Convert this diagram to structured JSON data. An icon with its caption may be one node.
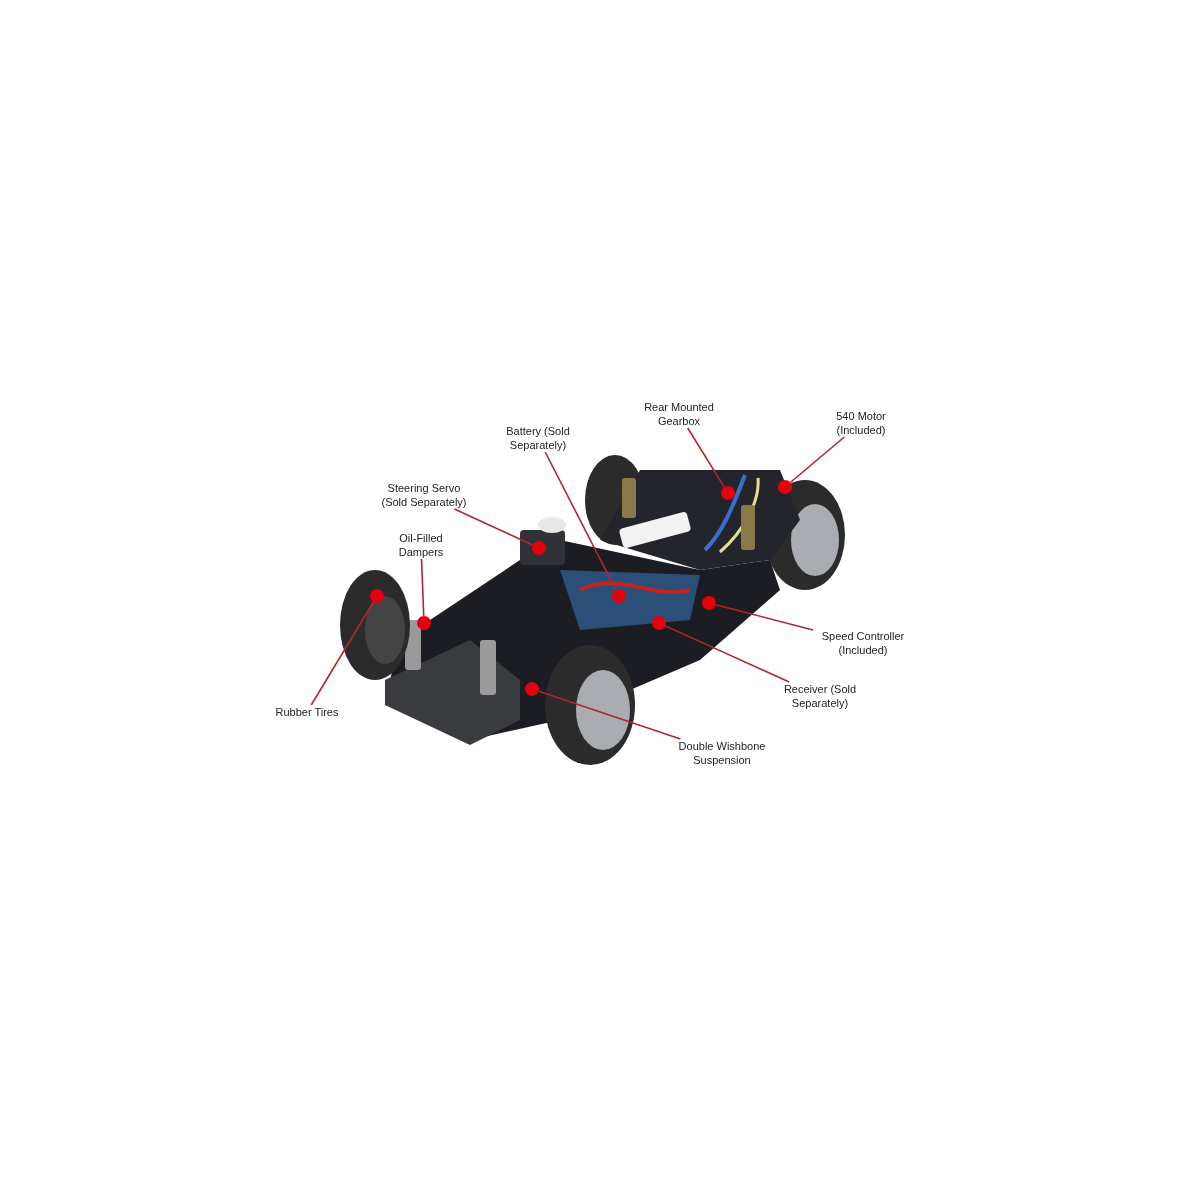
{
  "diagram": {
    "nodes": [
      {
        "text": [
          "Rear Mounted Gearbox"
        ]
      },
      {
        "text": [
          "540 Motor (Included)"
        ]
      },
      {
        "text": [
          "Battery (Sold Separately)"
        ]
      },
      {
        "text": [
          "Steering Servo (Sold Separately)"
        ]
      },
      {
        "text": [
          "Oil-Filled Dampers"
        ]
      },
      {
        "text": [
          "Speed Controller (Included)"
        ]
      },
      {
        "text": [
          "Receiver (Sold Separately)"
        ]
      },
      {
        "text": [
          "Rubber Tires"
        ]
      },
      {
        "text": [
          "Double Wishbone Suspension"
        ]
      },
      {
        "text": [],
        "shape": "circle"
      },
      {
        "text": [],
        "shape": "circle"
      },
      {
        "text": [],
        "shape": "circle"
      },
      {
        "text": [],
        "shape": "circle"
      },
      {
        "text": [],
        "shape": "circle"
      },
      {
        "text": [],
        "shape": "circle"
      },
      {
        "text": [],
        "shape": "circle"
      },
      {
        "text": [],
        "shape": "circle"
      },
      {
        "text": [],
        "shape": "circle"
      }
    ],
    "edges": [
      {
        "from": 0,
        "to": 13,
        "arrow": "none"
      },
      {
        "from": 1,
        "to": 14,
        "arrow": "none"
      },
      {
        "from": 2,
        "to": 12,
        "arrow": "none"
      },
      {
        "from": 3,
        "to": 11,
        "arrow": "none"
      },
      {
        "from": 4,
        "to": 10,
        "arrow": "none"
      },
      {
        "from": 5,
        "to": 15,
        "arrow": "none"
      },
      {
        "from": 6,
        "to": 16,
        "arrow": "none"
      },
      {
        "from": 7,
        "to": 9,
        "arrow": "none"
      },
      {
        "from": 8,
        "to": 17,
        "arrow": "none"
      }
    ]
  }
}
